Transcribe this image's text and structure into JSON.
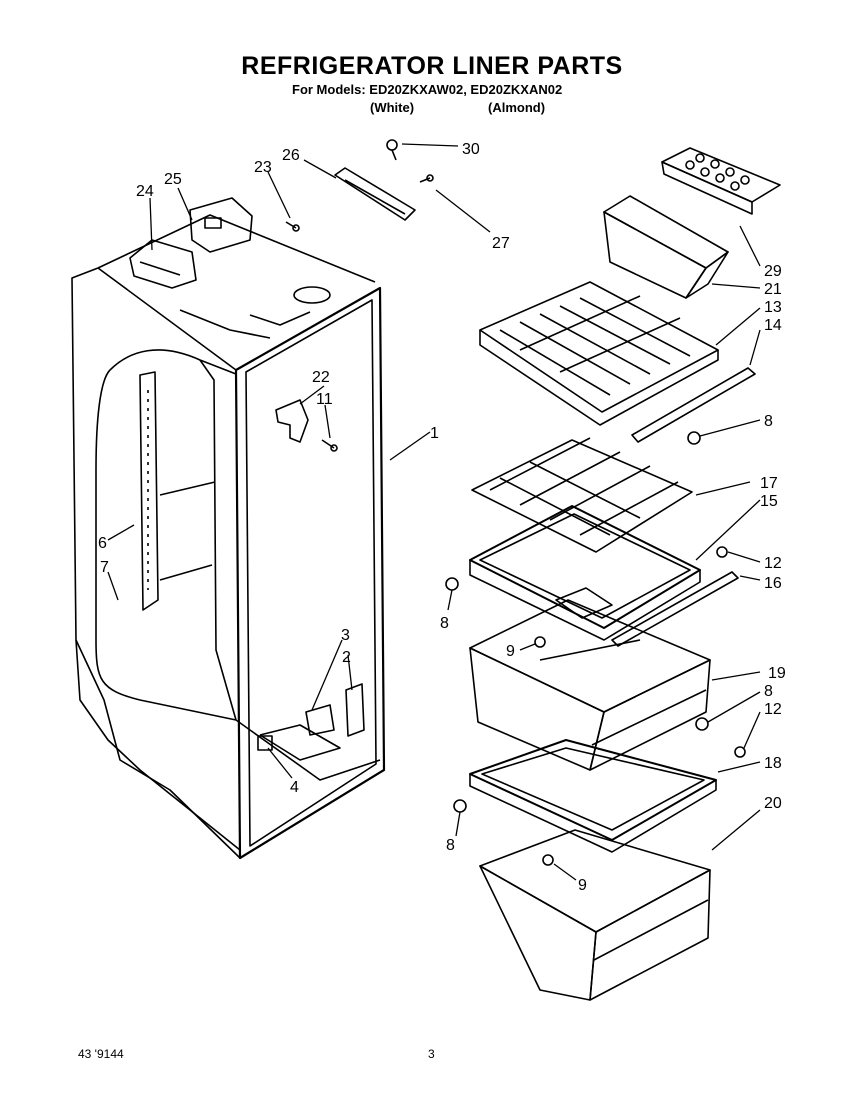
{
  "header": {
    "title": "REFRIGERATOR LINER PARTS",
    "models_line": "For Models: ED20ZKXAW02, ED20ZKXAN02",
    "color_white": "(White)",
    "color_almond": "(Almond)"
  },
  "callouts": {
    "c1": "1",
    "c2": "2",
    "c3": "3",
    "c4": "4",
    "c6": "6",
    "c7": "7",
    "c8a": "8",
    "c8b": "8",
    "c8c": "8",
    "c8d": "8",
    "c9a": "9",
    "c9b": "9",
    "c11": "11",
    "c12a": "12",
    "c12b": "12",
    "c13": "13",
    "c14": "14",
    "c15": "15",
    "c16": "16",
    "c17": "17",
    "c18": "18",
    "c19": "19",
    "c20": "20",
    "c21": "21",
    "c22": "22",
    "c23": "23",
    "c24": "24",
    "c25": "25",
    "c26": "26",
    "c27": "27",
    "c29": "29",
    "c30": "30"
  },
  "footer": {
    "doc_number": "43 '9144",
    "page_number": "3"
  }
}
